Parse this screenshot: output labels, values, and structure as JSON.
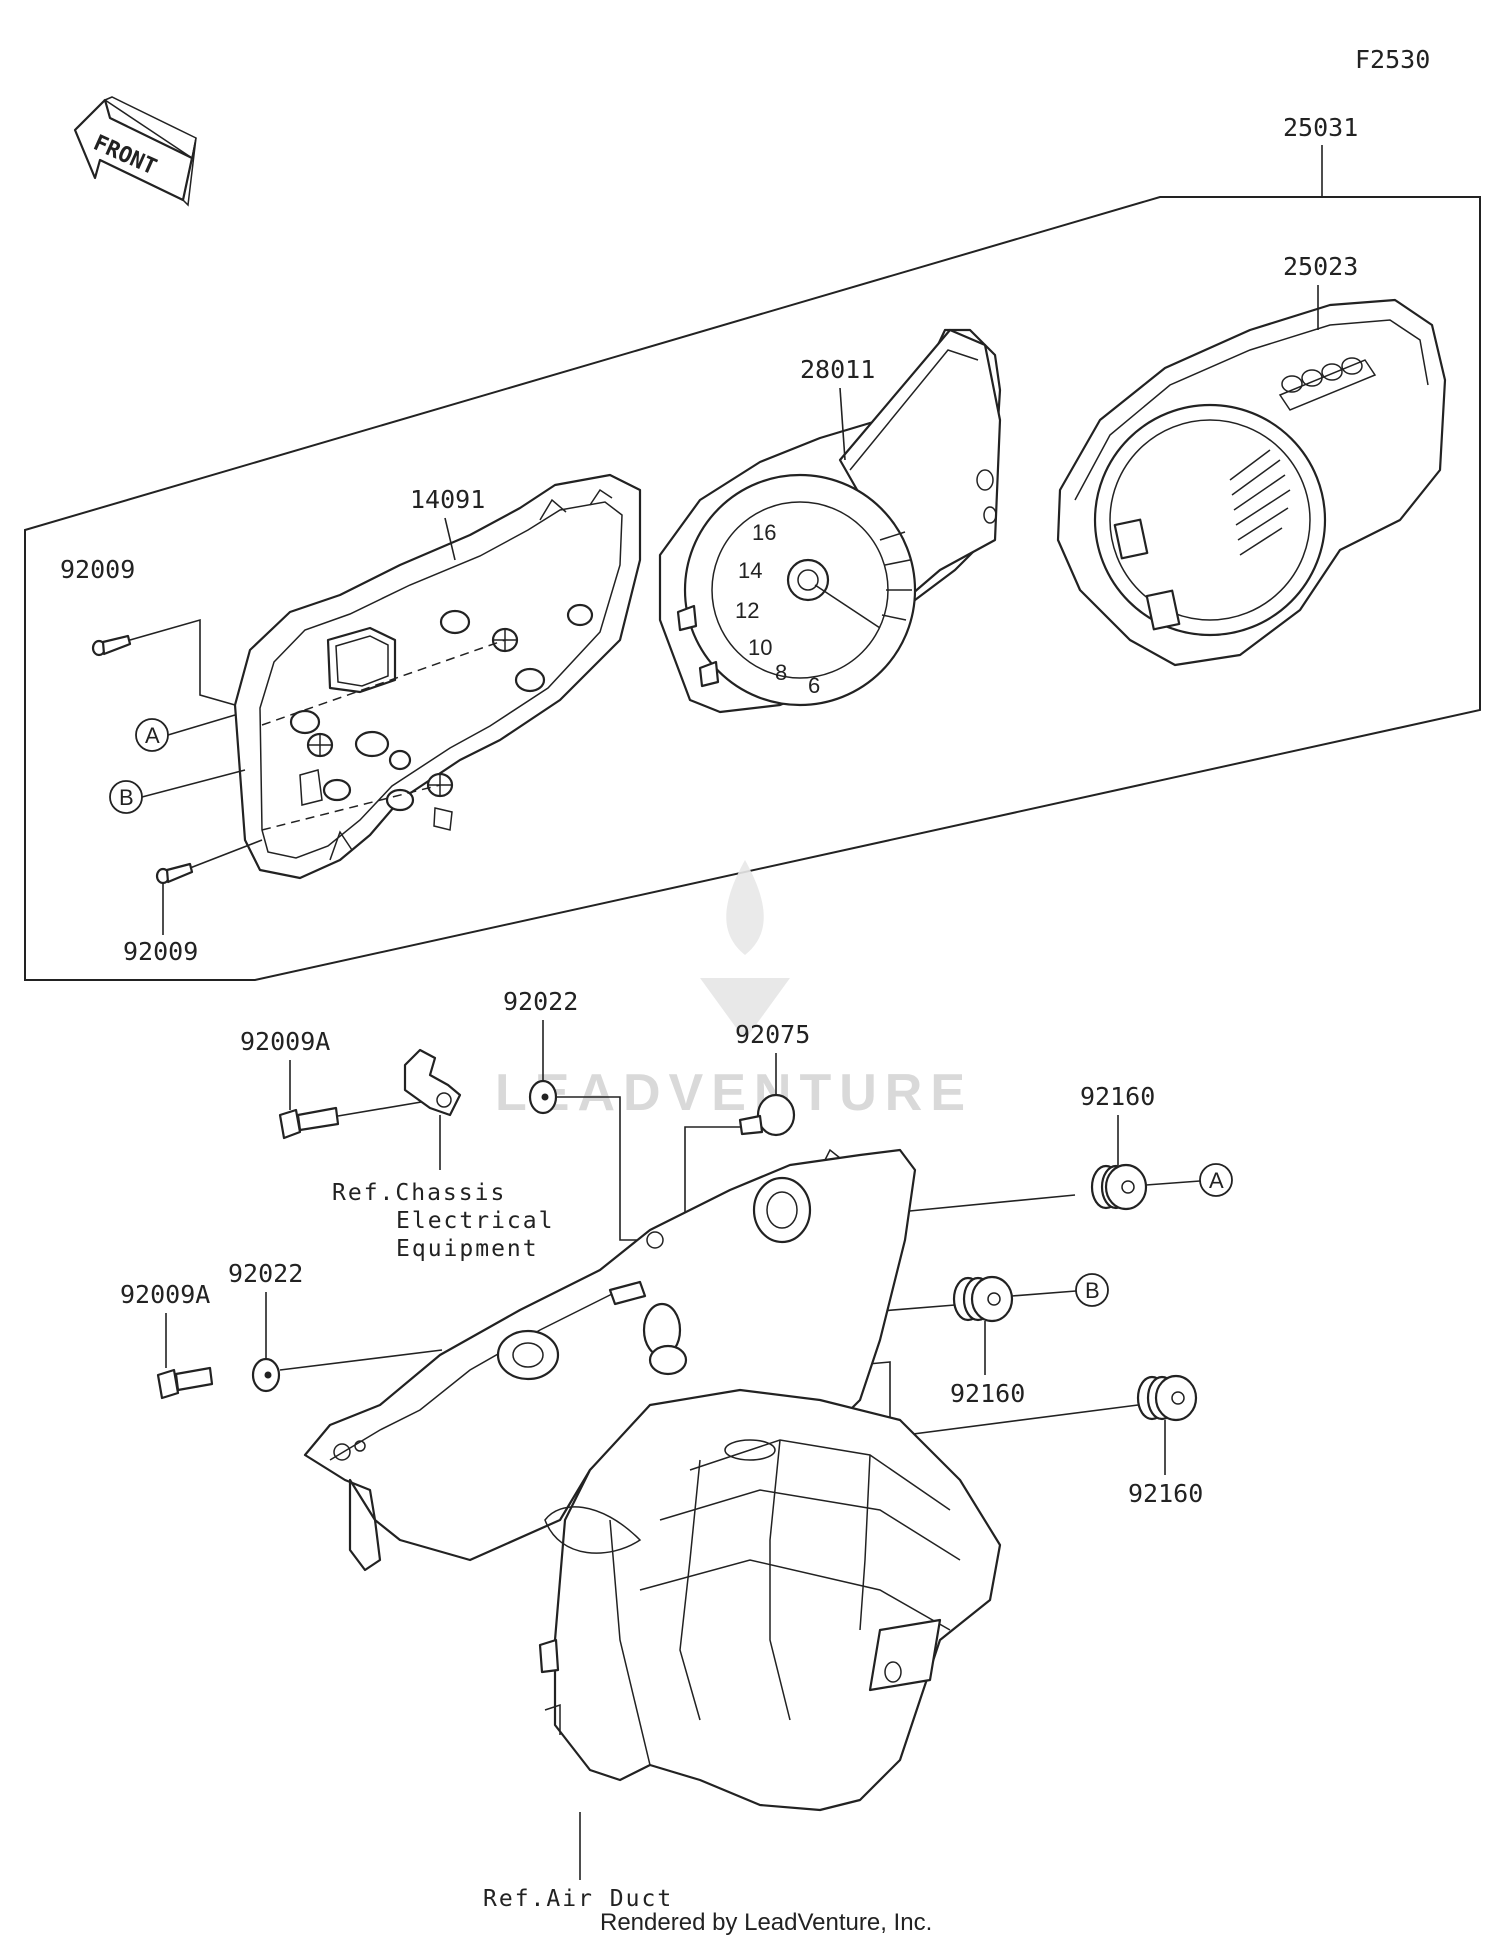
{
  "figure_code": "F2530",
  "direction_label": "FRONT",
  "watermark": "LEADVENTURE",
  "footer": "Rendered by LeadVenture, Inc.",
  "parts": {
    "assembly": "25031",
    "cover": "25023",
    "meter_unit": "28011",
    "case": "14091",
    "screw_upper": "92009",
    "screw_lower": "92009",
    "bolt_upper": "92009A",
    "bolt_lower": "92009A",
    "washer_upper": "92022",
    "washer_lower": "92022",
    "collar": "92075",
    "damper_a": "92160",
    "damper_b": "92160",
    "damper_c": "92160"
  },
  "callouts": {
    "a": "A",
    "b": "B"
  },
  "references": {
    "chassis": [
      "Ref.Chassis",
      "Electrical",
      "Equipment"
    ],
    "air_duct": "Ref.Air Duct"
  }
}
